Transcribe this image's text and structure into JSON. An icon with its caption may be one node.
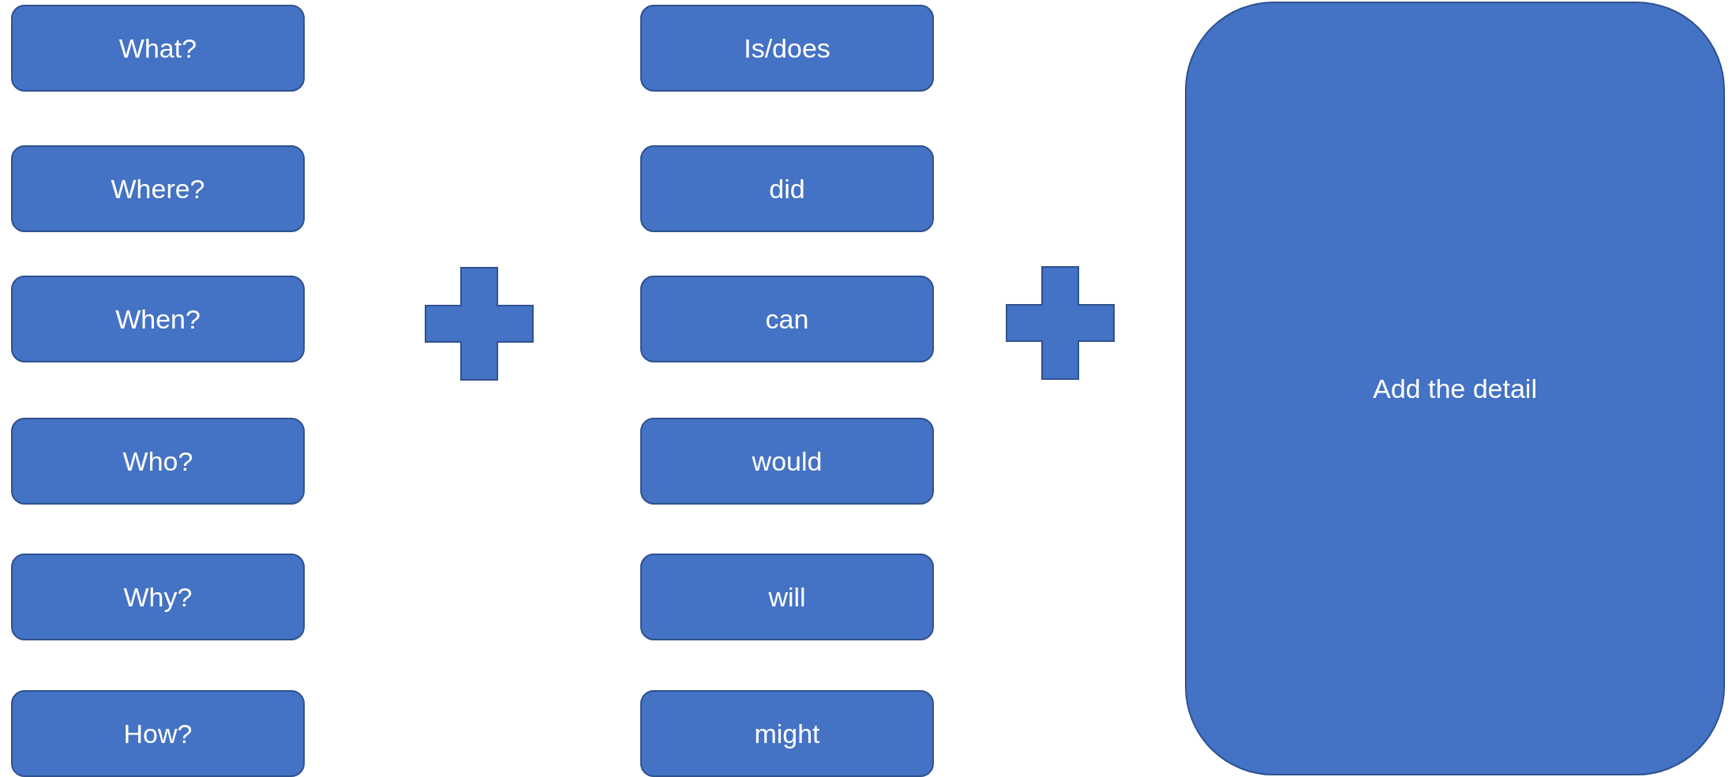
{
  "diagram": {
    "nodes": [
      {
        "text": [
          "What?"
        ]
      },
      {
        "text": [
          "Where?"
        ]
      },
      {
        "text": [
          "When?"
        ]
      },
      {
        "text": [
          "Who?"
        ]
      },
      {
        "text": [
          "Why?"
        ]
      },
      {
        "text": [
          "How?"
        ]
      },
      {
        "text": [
          "Is/does"
        ]
      },
      {
        "text": [
          "did"
        ]
      },
      {
        "text": [
          "can"
        ]
      },
      {
        "text": [
          "would"
        ]
      },
      {
        "text": [
          "will"
        ]
      },
      {
        "text": [
          "might"
        ]
      },
      {
        "text": [
          "Add the detail"
        ]
      }
    ],
    "edges": []
  }
}
